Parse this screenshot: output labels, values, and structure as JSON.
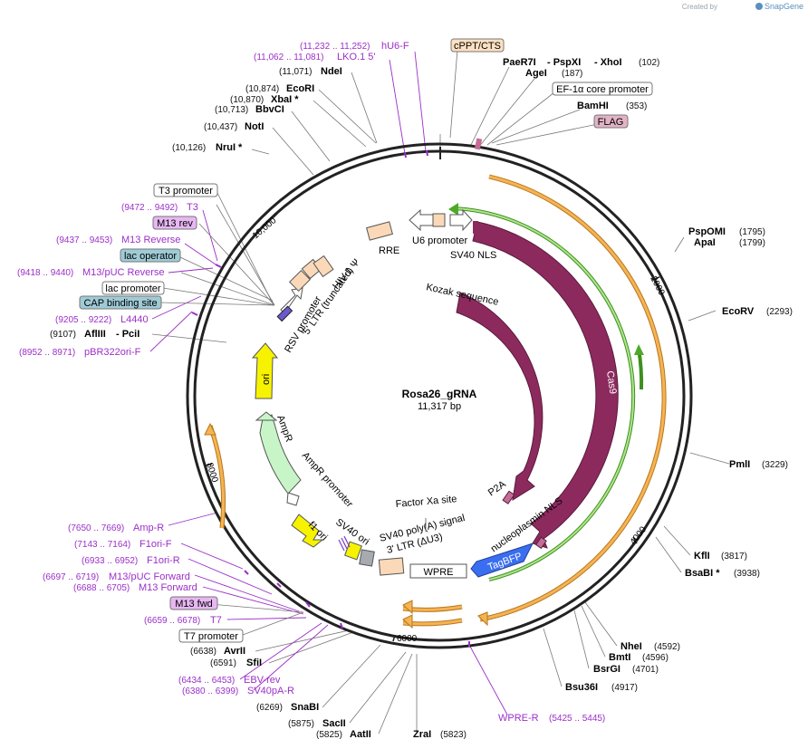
{
  "app": {
    "credit_prefix": "Created by",
    "credit_brand": "SnapGene"
  },
  "plasmid": {
    "name": "Rosa26_gRNA",
    "size_label": "11,317 bp"
  },
  "ticks": [
    "2000",
    "4000",
    "6000",
    "8000",
    "10,000"
  ],
  "enzymes": [
    {
      "id": "paer7i",
      "name": "PaeR7I",
      "pos": ""
    },
    {
      "id": "pspxi",
      "name": "- PspXI",
      "pos": ""
    },
    {
      "id": "xhoi",
      "name": "- XhoI",
      "pos": "(102)"
    },
    {
      "id": "agei",
      "name": "AgeI",
      "pos": "(187)"
    },
    {
      "id": "bamhi",
      "name": "BamHI",
      "pos": "(353)"
    },
    {
      "id": "pspomi",
      "name": "PspOMI",
      "pos": "(1795)"
    },
    {
      "id": "apai",
      "name": "ApaI",
      "pos": "(1799)"
    },
    {
      "id": "ecorv",
      "name": "EcoRV",
      "pos": "(2293)"
    },
    {
      "id": "pmli",
      "name": "PmlI",
      "pos": "(3229)"
    },
    {
      "id": "kfli",
      "name": "KflI",
      "pos": "(3817)"
    },
    {
      "id": "bsabi",
      "name": "BsaBI *",
      "pos": "(3938)"
    },
    {
      "id": "nhei",
      "name": "NheI",
      "pos": "(4592)"
    },
    {
      "id": "bmti",
      "name": "BmtI",
      "pos": "(4596)"
    },
    {
      "id": "bsrgi",
      "name": "BsrGI",
      "pos": "(4701)"
    },
    {
      "id": "bsu36i",
      "name": "Bsu36I",
      "pos": "(4917)"
    },
    {
      "id": "zrai",
      "name": "ZraI",
      "pos": "(5823)"
    },
    {
      "id": "aatii",
      "name": "AatII",
      "pos": "(5825)"
    },
    {
      "id": "sacii",
      "name": "SacII",
      "pos": "(5875)"
    },
    {
      "id": "snabi",
      "name": "SnaBI",
      "pos": "(6269)"
    },
    {
      "id": "sfii",
      "name": "SfiI",
      "pos": "(6591)"
    },
    {
      "id": "avrii",
      "name": "AvrII",
      "pos": "(6638)"
    },
    {
      "id": "aflIII",
      "name": "AflIII",
      "pos": "(9107)"
    },
    {
      "id": "pcii",
      "name": "- PciI",
      "pos": ""
    },
    {
      "id": "nrui",
      "name": "NruI *",
      "pos": "(10,126)"
    },
    {
      "id": "noti",
      "name": "NotI",
      "pos": "(10,437)"
    },
    {
      "id": "bbvci",
      "name": "BbvCI",
      "pos": "(10,713)"
    },
    {
      "id": "xbai",
      "name": "XbaI *",
      "pos": "(10,870)"
    },
    {
      "id": "ecori",
      "name": "EcoRI",
      "pos": "(10,874)"
    },
    {
      "id": "ndei",
      "name": "NdeI",
      "pos": "(11,071)"
    }
  ],
  "primers": [
    {
      "id": "hu6f",
      "name": "hU6-F",
      "pos": "(11,232 .. 11,252)"
    },
    {
      "id": "lko1",
      "name": "LKO.1 5'",
      "pos": "(11,062 .. 11,081)"
    },
    {
      "id": "t3",
      "name": "T3",
      "pos": "(9472 .. 9492)"
    },
    {
      "id": "m13rev",
      "name": "M13 Reverse",
      "pos": "(9437 .. 9453)"
    },
    {
      "id": "m13puc_rev",
      "name": "M13/pUC Reverse",
      "pos": "(9418 .. 9440)"
    },
    {
      "id": "l4440",
      "name": "L4440",
      "pos": "(9205 .. 9222)"
    },
    {
      "id": "pbr322",
      "name": "pBR322ori-F",
      "pos": "(8952 .. 8971)"
    },
    {
      "id": "ampr",
      "name": "Amp-R",
      "pos": "(7650 .. 7669)"
    },
    {
      "id": "f1orif",
      "name": "F1ori-F",
      "pos": "(7143 .. 7164)"
    },
    {
      "id": "f1orir",
      "name": "F1ori-R",
      "pos": "(6933 .. 6952)"
    },
    {
      "id": "m13puc_fwd",
      "name": "M13/pUC Forward",
      "pos": "(6697 .. 6719)"
    },
    {
      "id": "m13fwd",
      "name": "M13 Forward",
      "pos": "(6688 .. 6705)"
    },
    {
      "id": "t7",
      "name": "T7",
      "pos": "(6659 .. 6678)"
    },
    {
      "id": "ebvrev",
      "name": "EBV-rev",
      "pos": "(6434 .. 6453)"
    },
    {
      "id": "sv40par",
      "name": "SV40pA-R",
      "pos": "(6380 .. 6399)"
    },
    {
      "id": "wprer",
      "name": "WPRE-R",
      "pos": "(5425 .. 5445)"
    }
  ],
  "boxed_features": [
    {
      "id": "cppt",
      "name": "cPPT/CTS",
      "color": "#fde0c2"
    },
    {
      "id": "ef1a",
      "name": "EF-1α core promoter",
      "color": "#ffffff"
    },
    {
      "id": "flag",
      "name": "FLAG",
      "color": "#e2b3c4"
    },
    {
      "id": "t3prom",
      "name": "T3 promoter",
      "color": "#ffffff"
    },
    {
      "id": "m13revbox",
      "name": "M13 rev",
      "color": "#e7b7f2"
    },
    {
      "id": "lacop",
      "name": "lac operator",
      "color": "#9fcbd6"
    },
    {
      "id": "lacprom",
      "name": "lac promoter",
      "color": "#ffffff"
    },
    {
      "id": "capbs",
      "name": "CAP binding site",
      "color": "#9fcbd6"
    },
    {
      "id": "m13fwdbox",
      "name": "M13 fwd",
      "color": "#e7b7f2"
    },
    {
      "id": "t7prom",
      "name": "T7 promoter",
      "color": "#ffffff"
    }
  ],
  "inner_features": {
    "u6": "U6 promoter",
    "sv40nls": "SV40 NLS",
    "kozak": "Kozak sequence",
    "rre": "RRE",
    "hiv": "HIV-1 Ψ",
    "ltr5": "5' LTR (truncated)",
    "rsv": "RSV promoter",
    "ori": "ori",
    "ampr": "AmpR",
    "amprprom": "AmpR promoter",
    "f1ori": "f1 ori",
    "sv40ori": "SV40 ori",
    "sv40polya": "SV40 poly(A) signal",
    "ltr3": "3' LTR (ΔU3)",
    "wpre": "WPRE",
    "tagbfp": "TagBFP",
    "nucleo": "nucleoplasmin NLS",
    "factorxa": "Factor Xa site",
    "p2a": "P2A",
    "cas9a": "Cas9",
    "cas9b": "Cas9"
  },
  "colors": {
    "cas9": "#8c2a5e",
    "tagbfp": "#3a6ef0",
    "ori": "#f7f200",
    "ampr": "#c8f5c8",
    "orange": "#f0a030",
    "green": "#4caa28",
    "primer": "#9b2fc8",
    "ltr": "#fbd9b8"
  }
}
